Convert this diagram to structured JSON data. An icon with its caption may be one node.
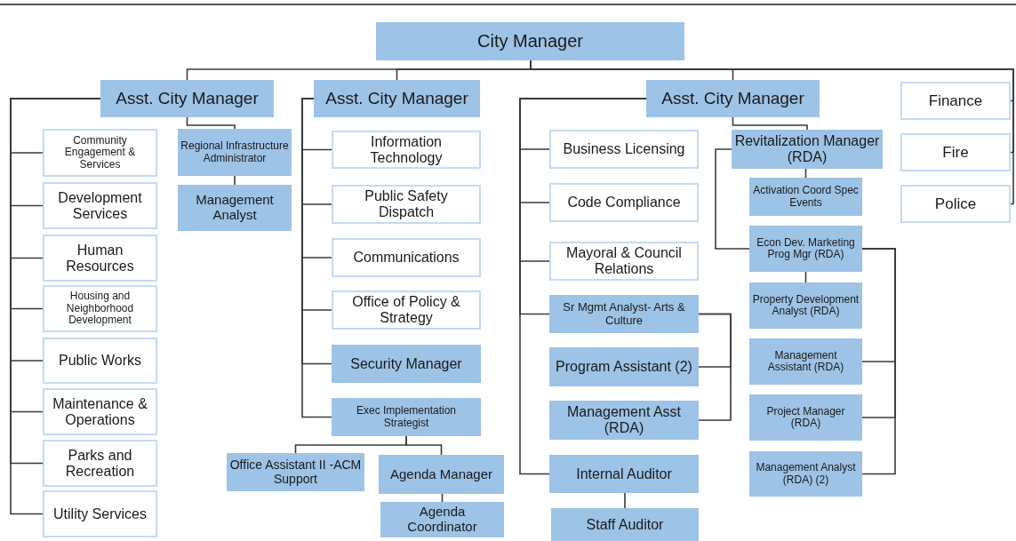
{
  "diagram": {
    "nodes": [
      {
        "text": [
          "City Manager"
        ]
      },
      {
        "text": [
          "Asst. City Manager"
        ]
      },
      {
        "text": [
          "Asst. City Manager"
        ]
      },
      {
        "text": [
          "Asst. City Manager"
        ]
      },
      {
        "text": [
          "Finance"
        ]
      },
      {
        "text": [
          "Fire"
        ]
      },
      {
        "text": [
          "Police"
        ]
      },
      {
        "text": [
          "Community Engagement & Services"
        ]
      },
      {
        "text": [
          "Development Services"
        ]
      },
      {
        "text": [
          "Human Resources"
        ]
      },
      {
        "text": [
          "Housing and Neighborhood Development"
        ]
      },
      {
        "text": [
          "Public Works"
        ]
      },
      {
        "text": [
          "Maintenance & Operations"
        ]
      },
      {
        "text": [
          "Parks and Recreation"
        ]
      },
      {
        "text": [
          "Utility Services"
        ]
      },
      {
        "text": [
          "Regional Infrastructure Administrator"
        ]
      },
      {
        "text": [
          "Management Analyst"
        ]
      },
      {
        "text": [
          "Information Technology"
        ]
      },
      {
        "text": [
          "Public Safety Dispatch"
        ]
      },
      {
        "text": [
          "Communications"
        ]
      },
      {
        "text": [
          "Office of Policy & Strategy"
        ]
      },
      {
        "text": [
          "Security Manager"
        ]
      },
      {
        "text": [
          "Exec Implementation Strategist"
        ]
      },
      {
        "text": [
          "Office Assistant II -ACM Support"
        ]
      },
      {
        "text": [
          "Agenda Manager"
        ]
      },
      {
        "text": [
          "Agenda Coordinator"
        ]
      },
      {
        "text": [
          "Business Licensing"
        ]
      },
      {
        "text": [
          "Code Compliance"
        ]
      },
      {
        "text": [
          "Mayoral & Council Relations"
        ]
      },
      {
        "text": [
          "Sr Mgmt Analyst- Arts & Culture"
        ]
      },
      {
        "text": [
          "Program Assistant (2)"
        ]
      },
      {
        "text": [
          "Management Asst (RDA)"
        ]
      },
      {
        "text": [
          "Internal Auditor"
        ]
      },
      {
        "text": [
          "Staff Auditor"
        ]
      },
      {
        "text": [
          "Revitalization Manager (RDA)"
        ]
      },
      {
        "text": [
          "Activation Coord Spec Events"
        ]
      },
      {
        "text": [
          "Econ Dev. Marketing Prog Mgr (RDA)"
        ]
      },
      {
        "text": [
          "Property Development Analyst (RDA)"
        ]
      },
      {
        "text": [
          "Management Assistant (RDA)"
        ]
      },
      {
        "text": [
          "Project Manager (RDA)"
        ]
      },
      {
        "text": [
          "Management Analyst (RDA) (2)"
        ]
      }
    ],
    "edges": [
      {
        "from": 0,
        "to": 1,
        "arrow": "none"
      },
      {
        "from": 0,
        "to": 2,
        "arrow": "none"
      },
      {
        "from": 0,
        "to": 3,
        "arrow": "none"
      },
      {
        "from": 0,
        "to": 4,
        "arrow": "none"
      },
      {
        "from": 0,
        "to": 5,
        "arrow": "none"
      },
      {
        "from": 0,
        "to": 6,
        "arrow": "none"
      },
      {
        "from": 1,
        "to": 7,
        "arrow": "none"
      },
      {
        "from": 1,
        "to": 8,
        "arrow": "none"
      },
      {
        "from": 1,
        "to": 9,
        "arrow": "none"
      },
      {
        "from": 1,
        "to": 10,
        "arrow": "none"
      },
      {
        "from": 1,
        "to": 11,
        "arrow": "none"
      },
      {
        "from": 1,
        "to": 12,
        "arrow": "none"
      },
      {
        "from": 1,
        "to": 13,
        "arrow": "none"
      },
      {
        "from": 1,
        "to": 14,
        "arrow": "none"
      },
      {
        "from": 1,
        "to": 15,
        "arrow": "none"
      },
      {
        "from": 15,
        "to": 16,
        "arrow": "none"
      },
      {
        "from": 2,
        "to": 17,
        "arrow": "none"
      },
      {
        "from": 2,
        "to": 18,
        "arrow": "none"
      },
      {
        "from": 2,
        "to": 19,
        "arrow": "none"
      },
      {
        "from": 2,
        "to": 20,
        "arrow": "none"
      },
      {
        "from": 2,
        "to": 21,
        "arrow": "none"
      },
      {
        "from": 2,
        "to": 22,
        "arrow": "none"
      },
      {
        "from": 22,
        "to": 23,
        "arrow": "none"
      },
      {
        "from": 22,
        "to": 24,
        "arrow": "none"
      },
      {
        "from": 24,
        "to": 25,
        "arrow": "none"
      },
      {
        "from": 3,
        "to": 26,
        "arrow": "none"
      },
      {
        "from": 3,
        "to": 27,
        "arrow": "none"
      },
      {
        "from": 3,
        "to": 28,
        "arrow": "none"
      },
      {
        "from": 3,
        "to": 29,
        "arrow": "none"
      },
      {
        "from": 3,
        "to": 32,
        "arrow": "none"
      },
      {
        "from": 32,
        "to": 33,
        "arrow": "none"
      },
      {
        "from": 29,
        "to": 30,
        "arrow": "none"
      },
      {
        "from": 29,
        "to": 31,
        "arrow": "none"
      },
      {
        "from": 3,
        "to": 34,
        "arrow": "none"
      },
      {
        "from": 34,
        "to": 35,
        "arrow": "none"
      },
      {
        "from": 34,
        "to": 36,
        "arrow": "none"
      },
      {
        "from": 36,
        "to": 37,
        "arrow": "none"
      },
      {
        "from": 36,
        "to": 38,
        "arrow": "none"
      },
      {
        "from": 36,
        "to": 39,
        "arrow": "none"
      },
      {
        "from": 36,
        "to": 40,
        "arrow": "none"
      }
    ]
  }
}
